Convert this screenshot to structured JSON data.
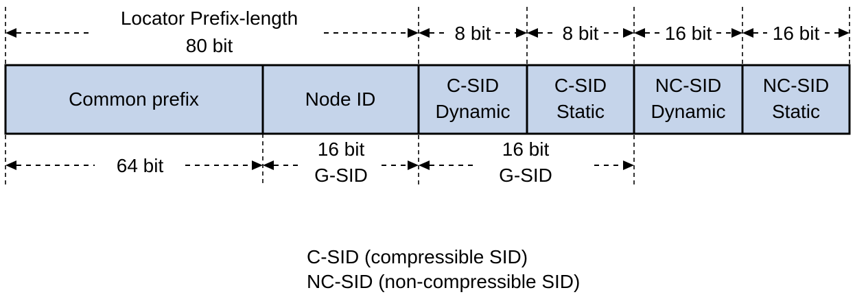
{
  "colors": {
    "field_fill": "#c5d4ea",
    "stroke": "#000000",
    "background": "#ffffff"
  },
  "top_labels": {
    "locator_title": "Locator Prefix-length",
    "locator_bits": "80 bit",
    "c_sid_dynamic_bits": "8 bit",
    "c_sid_static_bits": "8 bit",
    "nc_sid_dynamic_bits": "16 bit",
    "nc_sid_static_bits": "16 bit"
  },
  "fields": {
    "common_prefix": "Common prefix",
    "node_id": "Node ID",
    "c_sid_dynamic": [
      "C-SID",
      "Dynamic"
    ],
    "c_sid_static": [
      "C-SID",
      "Static"
    ],
    "nc_sid_dynamic": [
      "NC-SID",
      "Dynamic"
    ],
    "nc_sid_static": [
      "NC-SID",
      "Static"
    ]
  },
  "bottom_labels": {
    "common_prefix_bits": "64 bit",
    "node_id_bits": "16 bit",
    "node_id_gsid": "G-SID",
    "csid_bits": "16 bit",
    "csid_gsid": "G-SID"
  },
  "legend": {
    "c_sid": "C-SID (compressible SID)",
    "nc_sid": "NC-SID (non-compressible SID)"
  }
}
